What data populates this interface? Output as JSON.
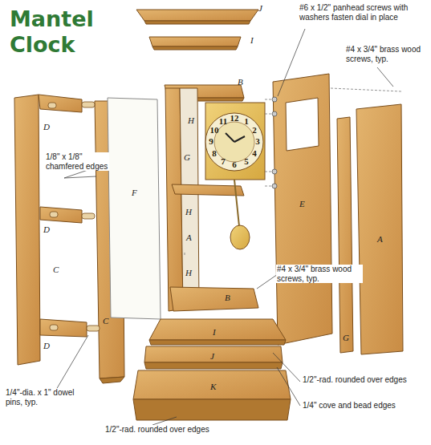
{
  "diagram": {
    "title": "Mantel Clock",
    "labels": [
      "J",
      "I",
      "#6 x 1/2\" panhead screws with washers fasten dial in place",
      "#4 x 3/4\" brass wood screws, typ.",
      "B",
      "H",
      "G",
      "E",
      "H",
      "A",
      "D",
      "1/8\" x 1/8\" chamfered edges",
      "D",
      "F",
      "C",
      "A",
      "H",
      "B",
      "#4 x 3/4\" brass wood screws, typ.",
      "C",
      "D",
      "I",
      "G",
      "J",
      "1/4\"-dia. x 1\" dowel pins, typ.",
      "K",
      "1/2\"-rad. rounded over edges",
      "1/4\" cove and bead edges",
      "1/2\"-rad. rounded over edges",
      "12",
      "1",
      "2",
      "3",
      "4",
      "5",
      "6",
      "7",
      "8",
      "9",
      "10",
      "11"
    ]
  }
}
